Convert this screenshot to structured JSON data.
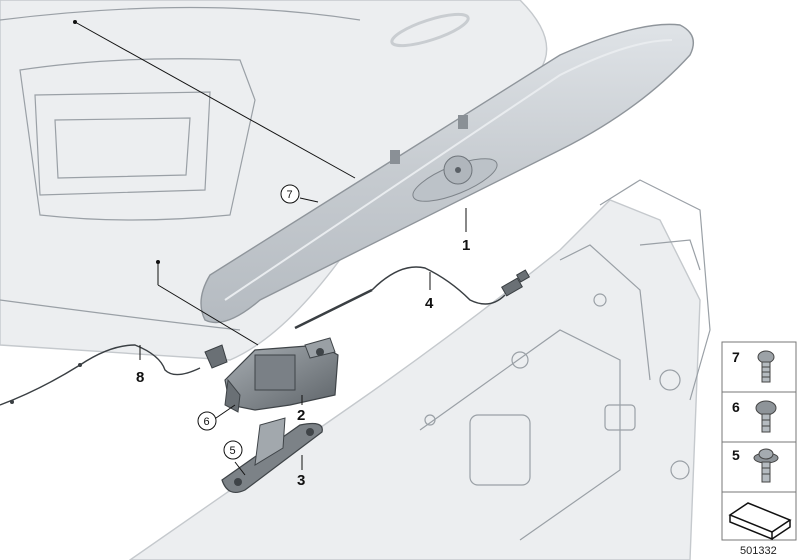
{
  "diagram": {
    "callouts": [
      {
        "id": "c1",
        "label": "1",
        "style": "plain"
      },
      {
        "id": "c2",
        "label": "2",
        "style": "plain"
      },
      {
        "id": "c3",
        "label": "3",
        "style": "plain"
      },
      {
        "id": "c4",
        "label": "4",
        "style": "plain"
      },
      {
        "id": "c8",
        "label": "8",
        "style": "plain"
      },
      {
        "id": "c5",
        "label": "5",
        "style": "circled"
      },
      {
        "id": "c6",
        "label": "6",
        "style": "circled"
      },
      {
        "id": "c7",
        "label": "7",
        "style": "circled"
      }
    ],
    "legend": {
      "items": [
        {
          "label": "7",
          "icon": "screw-icon"
        },
        {
          "label": "6",
          "icon": "hex-head-screw-icon"
        },
        {
          "label": "5",
          "icon": "flange-screw-icon"
        }
      ],
      "footer_icon": "angle-bracket-icon"
    },
    "image_number": "501332",
    "colors": {
      "background": "#ffffff",
      "ghost_body": "#eceef0",
      "ghost_stroke": "#c5c9cd",
      "part_handle": "#c9ced3",
      "part_dark": "#6d7378",
      "leader": "#111111"
    }
  }
}
